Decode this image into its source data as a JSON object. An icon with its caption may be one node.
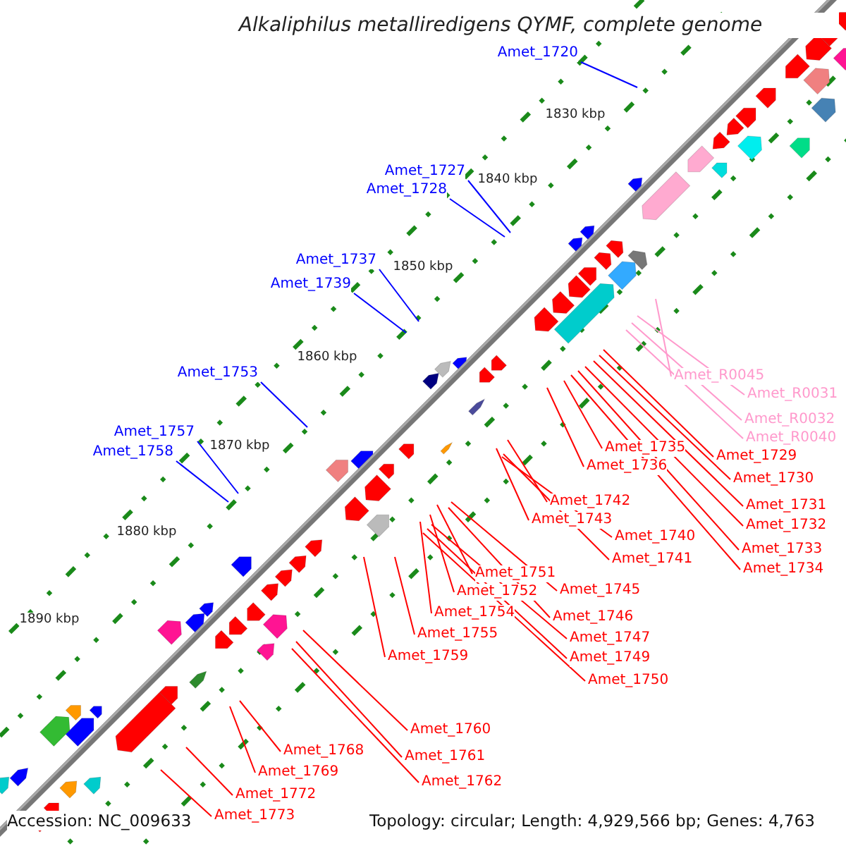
{
  "diagram": {
    "title": "Alkaliphilus metalliredigens QYMF, complete genome",
    "nodes": [
      {
        "text": [
          "Amet_1720"
        ]
      },
      {
        "text": [
          "Amet_1727"
        ]
      },
      {
        "text": [
          "Amet_1728"
        ]
      },
      {
        "text": [
          "Amet_1737"
        ]
      },
      {
        "text": [
          "Amet_1739"
        ]
      },
      {
        "text": [
          "Amet_1753"
        ]
      },
      {
        "text": [
          "Amet_1757"
        ]
      },
      {
        "text": [
          "Amet_1758"
        ]
      },
      {
        "text": [
          "Amet_R0045"
        ]
      },
      {
        "text": [
          "Amet_R0031"
        ]
      },
      {
        "text": [
          "Amet_R0032"
        ]
      },
      {
        "text": [
          "Amet_R0040"
        ]
      },
      {
        "text": [
          "Amet_1729"
        ]
      },
      {
        "text": [
          "Amet_1730"
        ]
      },
      {
        "text": [
          "Amet_1731"
        ]
      },
      {
        "text": [
          "Amet_1732"
        ]
      },
      {
        "text": [
          "Amet_1733"
        ]
      },
      {
        "text": [
          "Amet_1734"
        ]
      },
      {
        "text": [
          "Amet_1735"
        ]
      },
      {
        "text": [
          "Amet_1736"
        ]
      },
      {
        "text": [
          "Amet_1742"
        ]
      },
      {
        "text": [
          "Amet_1743"
        ]
      },
      {
        "text": [
          "Amet_1740"
        ]
      },
      {
        "text": [
          "Amet_1741"
        ]
      },
      {
        "text": [
          "Amet_1751"
        ]
      },
      {
        "text": [
          "Amet_1752"
        ]
      },
      {
        "text": [
          "Amet_1745"
        ]
      },
      {
        "text": [
          "Amet_1754"
        ]
      },
      {
        "text": [
          "Amet_1746"
        ]
      },
      {
        "text": [
          "Amet_1755"
        ]
      },
      {
        "text": [
          "Amet_1747"
        ]
      },
      {
        "text": [
          "Amet_1749"
        ]
      },
      {
        "text": [
          "Amet_1750"
        ]
      },
      {
        "text": [
          "Amet_1759"
        ]
      },
      {
        "text": [
          "Amet_1760"
        ]
      },
      {
        "text": [
          "Amet_1761"
        ]
      },
      {
        "text": [
          "Amet_1762"
        ]
      },
      {
        "text": [
          "Amet_1768"
        ]
      },
      {
        "text": [
          "Amet_1769"
        ]
      },
      {
        "text": [
          "Amet_1772"
        ]
      },
      {
        "text": [
          "Amet_1773"
        ]
      }
    ],
    "edges": [
      {
        "from": 0,
        "to": null,
        "arrow": "none",
        "color": "#0000ff"
      },
      {
        "from": 1,
        "to": null,
        "arrow": "none",
        "color": "#0000ff"
      },
      {
        "from": 2,
        "to": null,
        "arrow": "none",
        "color": "#0000ff"
      },
      {
        "from": 3,
        "to": null,
        "arrow": "none",
        "color": "#0000ff"
      },
      {
        "from": 4,
        "to": null,
        "arrow": "none",
        "color": "#0000ff"
      },
      {
        "from": 5,
        "to": null,
        "arrow": "none",
        "color": "#0000ff"
      },
      {
        "from": 6,
        "to": null,
        "arrow": "none",
        "color": "#0000ff"
      },
      {
        "from": 7,
        "to": null,
        "arrow": "none",
        "color": "#0000ff"
      },
      {
        "from": 8,
        "to": null,
        "arrow": "none",
        "color": "#ff99cc"
      },
      {
        "from": 9,
        "to": null,
        "arrow": "none",
        "color": "#ff99cc"
      },
      {
        "from": 10,
        "to": null,
        "arrow": "none",
        "color": "#ff99cc"
      },
      {
        "from": 11,
        "to": null,
        "arrow": "none",
        "color": "#ff99cc"
      },
      {
        "from": 12,
        "to": null,
        "arrow": "none"
      },
      {
        "from": 13,
        "to": null,
        "arrow": "none"
      },
      {
        "from": 14,
        "to": null,
        "arrow": "none"
      },
      {
        "from": 15,
        "to": null,
        "arrow": "none"
      },
      {
        "from": 16,
        "to": null,
        "arrow": "none"
      },
      {
        "from": 17,
        "to": null,
        "arrow": "none"
      },
      {
        "from": 18,
        "to": null,
        "arrow": "none"
      },
      {
        "from": 19,
        "to": null,
        "arrow": "none"
      },
      {
        "from": 20,
        "to": null,
        "arrow": "none"
      },
      {
        "from": 21,
        "to": null,
        "arrow": "none"
      },
      {
        "from": 22,
        "to": null,
        "arrow": "none"
      },
      {
        "from": 23,
        "to": null,
        "arrow": "none"
      },
      {
        "from": 24,
        "to": null,
        "arrow": "none"
      },
      {
        "from": 25,
        "to": null,
        "arrow": "none"
      },
      {
        "from": 26,
        "to": null,
        "arrow": "none"
      },
      {
        "from": 27,
        "to": null,
        "arrow": "none"
      },
      {
        "from": 28,
        "to": null,
        "arrow": "none"
      },
      {
        "from": 29,
        "to": null,
        "arrow": "none"
      },
      {
        "from": 30,
        "to": null,
        "arrow": "none"
      },
      {
        "from": 31,
        "to": null,
        "arrow": "none"
      },
      {
        "from": 32,
        "to": null,
        "arrow": "none"
      },
      {
        "from": 33,
        "to": null,
        "arrow": "none"
      },
      {
        "from": 34,
        "to": null,
        "arrow": "none"
      },
      {
        "from": 35,
        "to": null,
        "arrow": "none"
      },
      {
        "from": 36,
        "to": null,
        "arrow": "none"
      },
      {
        "from": 37,
        "to": null,
        "arrow": "none"
      },
      {
        "from": 38,
        "to": null,
        "arrow": "none"
      },
      {
        "from": 39,
        "to": null,
        "arrow": "none"
      },
      {
        "from": 40,
        "to": null,
        "arrow": "none"
      }
    ],
    "labels": [
      "1830 kbp",
      "1840 kbp",
      "1850 kbp",
      "1860 kbp",
      "1870 kbp",
      "1880 kbp",
      "1890 kbp",
      "Accession: NC_009633",
      "Topology: circular; Length: 4,929,566 bp; Genes: 4,763"
    ]
  }
}
